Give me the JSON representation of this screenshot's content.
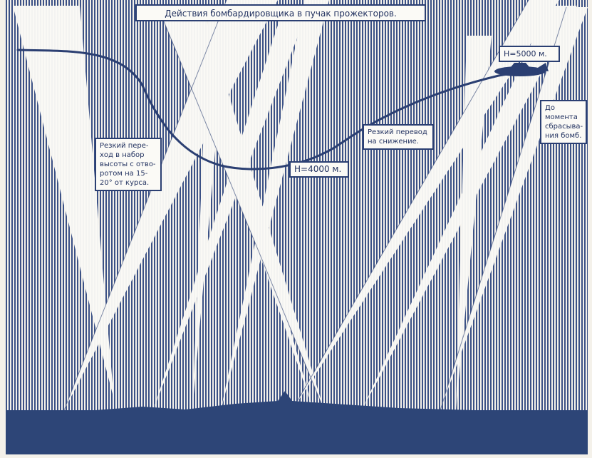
{
  "title": "Действия бомбардировщика в пучак прожекторов.",
  "labels": {
    "altitude_5000": "Н=5000 м.",
    "until_drop": "До момента сбрасыва- ния бомб.",
    "sharp_climb": "Резкий пере- ход в набор высоты с отво- ротом на 15-20° от курса.",
    "sharp_descent": "Резкий перевод на снижение.",
    "altitude_4000": "Н=4000 м."
  },
  "colors": {
    "ink": "#2b3f72",
    "paper": "#f4f1ea",
    "ground": "#2d4577",
    "beam": "#fbfaf6"
  }
}
